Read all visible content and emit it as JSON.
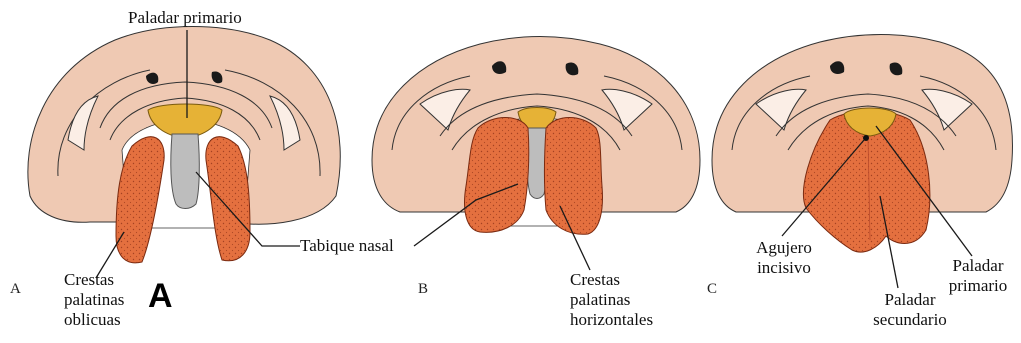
{
  "labels": {
    "paladar_primario_top": "Paladar primario",
    "tabique_nasal": "Tabique nasal",
    "crestas_oblicuas": [
      "Crestas",
      "palatinas",
      "oblicuas"
    ],
    "crestas_horizontales": [
      "Crestas",
      "palatinas",
      "horizontales"
    ],
    "agujero_incisivo": [
      "Agujero",
      "incisivo"
    ],
    "paladar_secundario": [
      "Paladar",
      "secundario"
    ],
    "paladar_primario_c": [
      "Paladar",
      "primario"
    ]
  },
  "panels": {
    "a_letter": "A",
    "a_big": "A",
    "b_letter": "B",
    "c_letter": "C"
  },
  "colors": {
    "skin": "#efc9b3",
    "ridge": "#e4703f",
    "ridge_dark": "#b9492a",
    "primary_palate": "#e6b236",
    "septum": "#bdbdbd",
    "line": "#1a1a1a"
  }
}
